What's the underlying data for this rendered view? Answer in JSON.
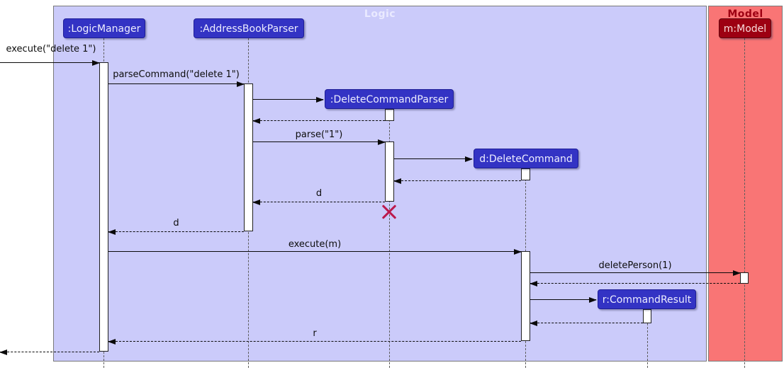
{
  "frames": {
    "logic": {
      "title": "Logic"
    },
    "model": {
      "title": "Model"
    }
  },
  "participants": {
    "logic_manager": ":LogicManager",
    "address_book_parser": ":AddressBookParser",
    "delete_command_parser": ":DeleteCommandParser",
    "delete_command": "d:DeleteCommand",
    "command_result": "r:CommandResult",
    "model": "m:Model"
  },
  "messages": {
    "execute_delete": "execute(\"delete 1\")",
    "parse_command": "parseCommand(\"delete 1\")",
    "parse_one": "parse(\"1\")",
    "return_d_to_parser": "d",
    "return_d_to_manager": "d",
    "execute_m": "execute(m)",
    "delete_person": "deletePerson(1)",
    "return_r": "r"
  },
  "colors": {
    "logic_participant_fill": "#3333C4",
    "logic_frame_fill": "#CBCBFA",
    "logic_frame_title": "#EAEAFF",
    "model_participant_fill": "#9D0012",
    "model_frame_fill": "#F97575",
    "model_frame_title": "#9D0012",
    "activation_fill": "#FFFFFF",
    "arrow": "#0A0A0A",
    "destroy_x": "#BB1A4D"
  }
}
